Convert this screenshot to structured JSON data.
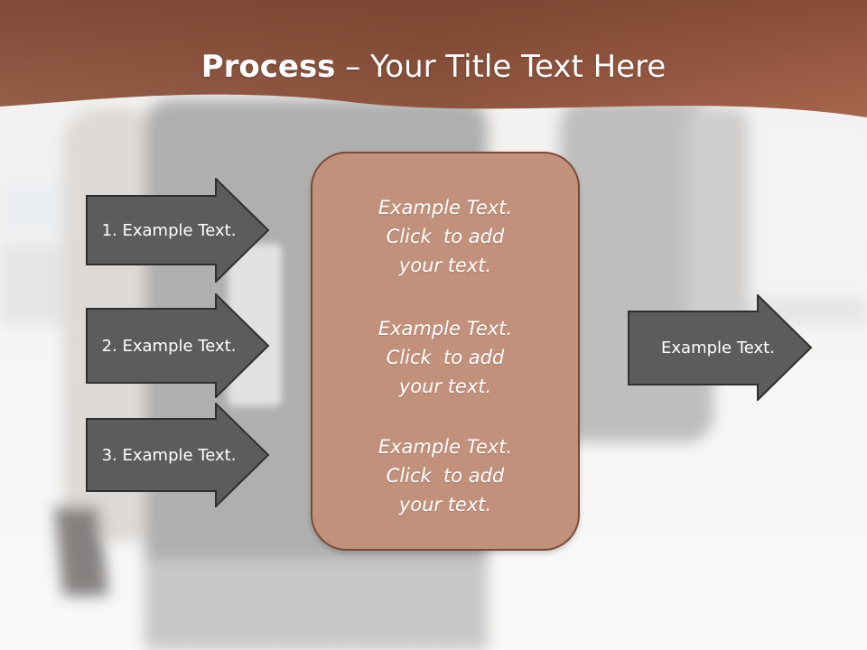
{
  "slide": {
    "title_bold": "Process",
    "title_rest": " – Your Title Text Here"
  },
  "left_steps": [
    {
      "label": "1. Example Text."
    },
    {
      "label": "2. Example Text."
    },
    {
      "label": "3. Example Text."
    }
  ],
  "center_box": {
    "blocks": [
      {
        "lines": [
          "Example Text.",
          "Click  to add",
          "your text."
        ]
      },
      {
        "lines": [
          "Example Text.",
          "Click  to add",
          "your text."
        ]
      },
      {
        "lines": [
          "Example Text.",
          "Click  to add",
          "your text."
        ]
      }
    ]
  },
  "output_arrow": {
    "label": "Example Text."
  },
  "colors": {
    "title_band": "#8a5038",
    "center_box_fill": "#c2917b",
    "arrow_fill": "#595959",
    "text": "#ffffff"
  }
}
